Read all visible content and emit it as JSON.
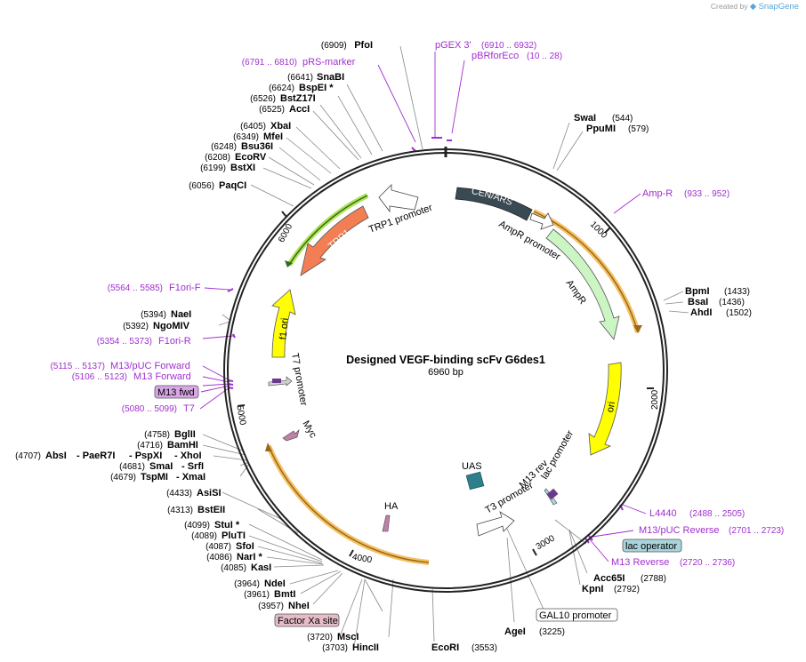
{
  "watermark": {
    "prefix": "Created by",
    "brand": "SnapGene"
  },
  "plasmid": {
    "name": "Designed VEGF-binding scFv G6des1",
    "size_label": "6960 bp"
  },
  "ticks": [
    "1000",
    "2000",
    "3000",
    "4000",
    "5000",
    "6000"
  ],
  "sites_left": [
    {
      "pos": "(6909)",
      "name": "PfoI"
    },
    {
      "pos": "(6641)",
      "name": "SnaBI"
    },
    {
      "pos": "(6624)",
      "name": "BspEI *"
    },
    {
      "pos": "(6526)",
      "name": "BstZ17I"
    },
    {
      "pos": "(6525)",
      "name": "AccI"
    },
    {
      "pos": "(6405)",
      "name": "XbaI"
    },
    {
      "pos": "(6349)",
      "name": "MfeI"
    },
    {
      "pos": "(6248)",
      "name": "Bsu36I"
    },
    {
      "pos": "(6208)",
      "name": "EcoRV"
    },
    {
      "pos": "(6199)",
      "name": "BstXI"
    },
    {
      "pos": "(6056)",
      "name": "PaqCI"
    },
    {
      "pos": "(5394)",
      "name": "NaeI"
    },
    {
      "pos": "(5392)",
      "name": "NgoMIV"
    },
    {
      "pos": "(4758)",
      "name": "BglII"
    },
    {
      "pos": "(4716)",
      "name": "BamHI"
    },
    {
      "pos": "(4681)",
      "name": "SmaI"
    },
    {
      "pos": "(4679)",
      "name": "TspMI"
    },
    {
      "pos": "(4433)",
      "name": "AsiSI"
    },
    {
      "pos": "(4313)",
      "name": "BstEII"
    },
    {
      "pos": "(4099)",
      "name": "StuI *"
    },
    {
      "pos": "(4089)",
      "name": "PluTI"
    },
    {
      "pos": "(4087)",
      "name": "SfoI"
    },
    {
      "pos": "(4086)",
      "name": "NarI *"
    },
    {
      "pos": "(4085)",
      "name": "KasI"
    },
    {
      "pos": "(3964)",
      "name": "NdeI"
    },
    {
      "pos": "(3961)",
      "name": "BmtI"
    },
    {
      "pos": "(3957)",
      "name": "NheI"
    },
    {
      "pos": "(3720)",
      "name": "MscI"
    },
    {
      "pos": "(3703)",
      "name": "HincII"
    }
  ],
  "sites_row4707": {
    "pos": "(4707)",
    "names": [
      "AbsI",
      "- PaeR7I",
      "- PspXI",
      "- XhoI"
    ]
  },
  "sites_extra": {
    "srfi": "- SrfI",
    "xmai": "- XmaI"
  },
  "sites_right": [
    {
      "name": "SwaI",
      "pos": "(544)"
    },
    {
      "name": "PpuMI",
      "pos": "(579)"
    },
    {
      "name": "BpmI",
      "pos": "(1433)"
    },
    {
      "name": "BsaI",
      "pos": "(1436)"
    },
    {
      "name": "AhdI",
      "pos": "(1502)"
    },
    {
      "name": "Acc65I",
      "pos": "(2788)"
    },
    {
      "name": "KpnI",
      "pos": "(2792)"
    },
    {
      "name": "AgeI",
      "pos": "(3225)"
    },
    {
      "name": "EcoRI",
      "pos": "(3553)"
    }
  ],
  "primers": [
    {
      "name": "pGEX 3'",
      "pos": "(6910 .. 6932)"
    },
    {
      "name": "pBRforEco",
      "pos": "(10 .. 28)"
    },
    {
      "name": "pRS-marker",
      "pos": "(6791 .. 6810)"
    },
    {
      "name": "Amp-R",
      "pos": "(933 .. 952)"
    },
    {
      "name": "F1ori-F",
      "pos": "(5564 .. 5585)"
    },
    {
      "name": "F1ori-R",
      "pos": "(5354 .. 5373)"
    },
    {
      "name": "M13/pUC Forward",
      "pos": "(5115 .. 5137)"
    },
    {
      "name": "M13 Forward",
      "pos": "(5106 .. 5123)"
    },
    {
      "name": "T7",
      "pos": "(5080 .. 5099)"
    },
    {
      "name": "L4440",
      "pos": "(2488 .. 2505)"
    },
    {
      "name": "M13/pUC Reverse",
      "pos": "(2701 .. 2723)"
    },
    {
      "name": "M13 Reverse",
      "pos": "(2720 .. 2736)"
    }
  ],
  "boxed_features": {
    "m13fwd": "M13 fwd",
    "lacop": "lac operator",
    "gal10": "GAL10 promoter",
    "factorxa": "Factor Xa site"
  },
  "features": {
    "cen_ars": "CEN/ARS",
    "ampr_promoter": "AmpR promoter",
    "ampr": "AmpR",
    "ori": "ori",
    "trp1": "TRP1",
    "trp1_promoter": "TRP1 promoter",
    "f1ori": "f1 ori",
    "t7promoter": "T7 promoter",
    "myc": "Myc",
    "ha": "HA",
    "uas": "UAS",
    "t3promoter": "T3 promoter",
    "m13rev": "M13 rev",
    "lacpromoter": "lac promoter"
  },
  "colors": {
    "backbone": "#222222",
    "ampr": "#ccf5c4",
    "ori": "#ffff00",
    "trp1": "#f47e54",
    "f1ori": "#ffff00",
    "cen": "#3a4a52",
    "primer": "#a12ecf",
    "highlight": "#f5c062",
    "uas": "#2e7f8c",
    "m13fwd_box": "#d9a7e8",
    "lacop_box": "#a9d4dc",
    "factorxa_box": "#e7bcc8"
  }
}
